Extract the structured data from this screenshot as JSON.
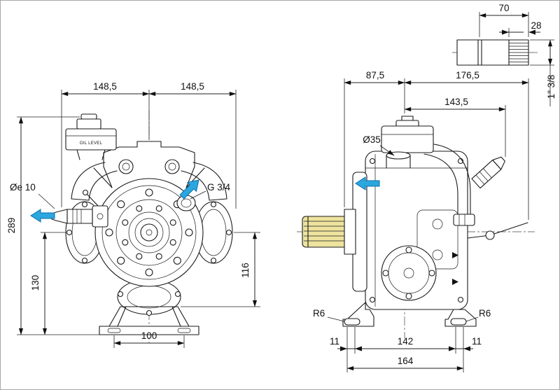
{
  "drawing": {
    "front": {
      "dim_width_left": "148,5",
      "dim_width_right": "148,5",
      "dim_height_total": "289",
      "dim_height_lower": "130",
      "dim_height_right": "116",
      "dim_base_width": "100",
      "label_inlet": "Øe 10",
      "label_outlet": "G 3/4",
      "label_oil_level": "OIL LEVEL"
    },
    "side": {
      "dim_front_offset": "87,5",
      "dim_rear_offset": "176,5",
      "dim_port_offset": "143,5",
      "label_port_dia": "Ø35",
      "label_slot_radius_left": "R6",
      "label_slot_radius_right": "R6",
      "dim_slot_left": "11",
      "dim_slot_span": "142",
      "dim_slot_right": "11",
      "dim_base_total": "164"
    },
    "shaft": {
      "dim_length": "70",
      "dim_spline_length": "28",
      "label_spline_spec": "1\" 3/8"
    },
    "colors": {
      "accent_blue": "#2BA7E0",
      "shaft_yellow": "#EDE39E"
    }
  }
}
